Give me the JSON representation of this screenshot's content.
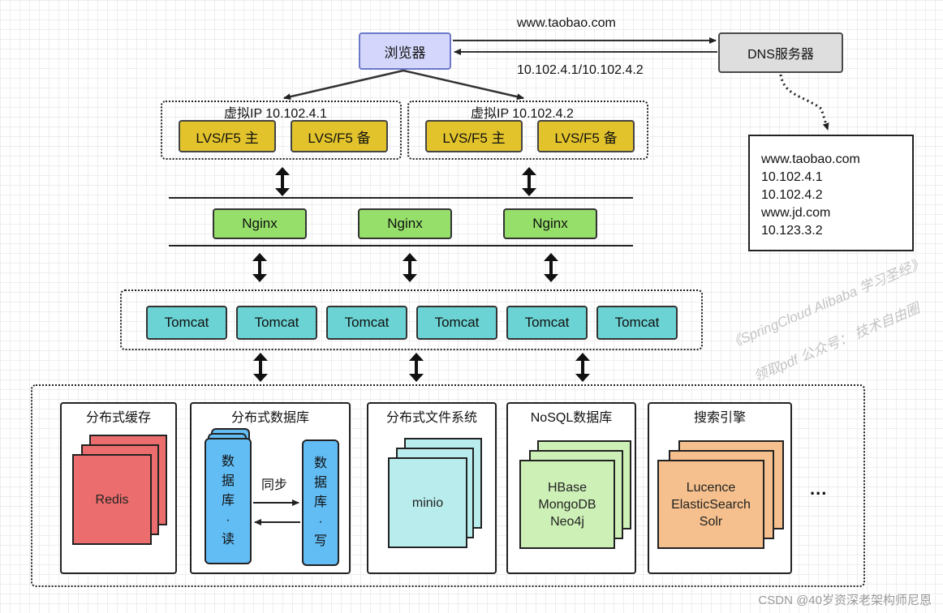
{
  "browser": {
    "label": "浏览器"
  },
  "dns": {
    "label": "DNS服务器",
    "request_label": "www.taobao.com",
    "response_label": "10.102.4.1/10.102.4.2",
    "records": [
      "www.taobao.com",
      "10.102.4.1",
      "10.102.4.2",
      "www.jd.com",
      "10.123.3.2"
    ]
  },
  "vip_groups": [
    {
      "title": "虚拟IP 10.102.4.1",
      "primary": "LVS/F5 主",
      "backup": "LVS/F5 备"
    },
    {
      "title": "虚拟IP 10.102.4.2",
      "primary": "LVS/F5 主",
      "backup": "LVS/F5 备"
    }
  ],
  "nginx": [
    "Nginx",
    "Nginx",
    "Nginx"
  ],
  "tomcat": [
    "Tomcat",
    "Tomcat",
    "Tomcat",
    "Tomcat",
    "Tomcat",
    "Tomcat"
  ],
  "services": {
    "cache": {
      "title": "分布式缓存",
      "content": "Redis"
    },
    "database": {
      "title": "分布式数据库",
      "sync_label": "同步",
      "read_db": [
        "数",
        "据",
        "库",
        "·",
        "读"
      ],
      "write_db": [
        "数",
        "据",
        "库",
        "·",
        "写"
      ]
    },
    "filesystem": {
      "title": "分布式文件系统",
      "content": "minio"
    },
    "nosql": {
      "title": "NoSQL数据库",
      "content": [
        "HBase",
        "MongoDB",
        "Neo4j"
      ]
    },
    "search": {
      "title": "搜索引擎",
      "content": [
        "Lucence",
        "ElasticSearch",
        "Solr"
      ]
    },
    "more": "..."
  },
  "watermark": {
    "line1": "《SpringCloud Alibaba 学习圣经》",
    "line2": "领取pdf 公众号：  技术自由圈"
  },
  "credit": "CSDN @40岁资深老架构师尼恩",
  "colors": {
    "browser": "#d4d7fb",
    "lvs": "#e3c32c",
    "nginx": "#96df6a",
    "tomcat": "#6bd3d3",
    "redis": "#ec6d6d",
    "database": "#62bdf5",
    "minio": "#b9ecec",
    "nosql": "#cdf0b6",
    "search": "#f5c08d"
  }
}
